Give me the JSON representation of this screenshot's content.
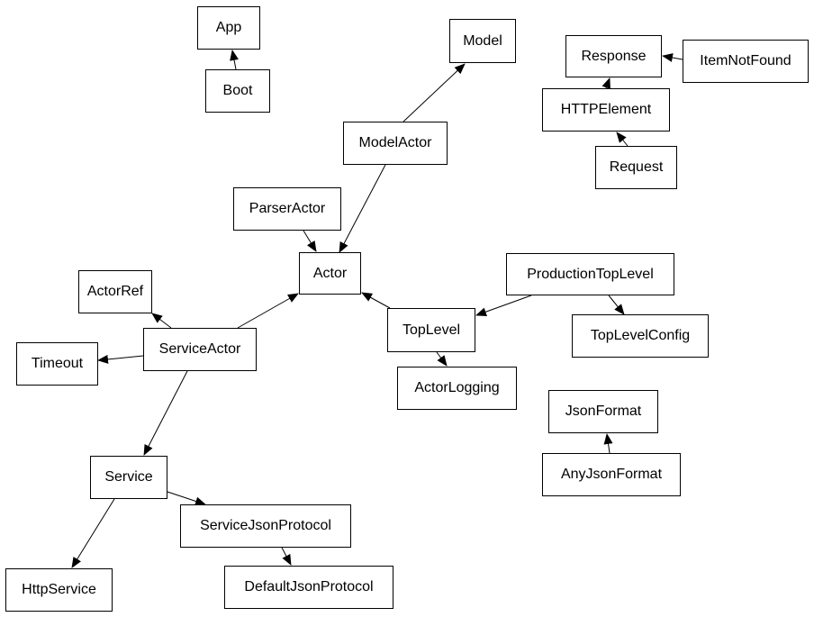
{
  "diagram": {
    "nodes": {
      "app": "App",
      "boot": "Boot",
      "model": "Model",
      "response": "Response",
      "itemnotfound": "ItemNotFound",
      "httpelement": "HTTPElement",
      "request": "Request",
      "modelactor": "ModelActor",
      "parseractor": "ParserActor",
      "actor": "Actor",
      "productiontoplevel": "ProductionTopLevel",
      "actorref": "ActorRef",
      "toplevel": "TopLevel",
      "toplevelconfig": "TopLevelConfig",
      "serviceactor": "ServiceActor",
      "timeout": "Timeout",
      "actorlogging": "ActorLogging",
      "jsonformat": "JsonFormat",
      "anyjsonformat": "AnyJsonFormat",
      "service": "Service",
      "servicejsonprotocol": "ServiceJsonProtocol",
      "httpservice": "HttpService",
      "defaultjsonprotocol": "DefaultJsonProtocol"
    },
    "edges": [
      {
        "from": "Boot",
        "to": "App"
      },
      {
        "from": "ModelActor",
        "to": "Model"
      },
      {
        "from": "ItemNotFound",
        "to": "Response"
      },
      {
        "from": "HTTPElement",
        "to": "Response"
      },
      {
        "from": "Request",
        "to": "HTTPElement"
      },
      {
        "from": "ModelActor",
        "to": "Actor"
      },
      {
        "from": "ParserActor",
        "to": "Actor"
      },
      {
        "from": "TopLevel",
        "to": "Actor"
      },
      {
        "from": "ProductionTopLevel",
        "to": "TopLevel"
      },
      {
        "from": "ProductionTopLevel",
        "to": "TopLevelConfig"
      },
      {
        "from": "TopLevel",
        "to": "ActorLogging"
      },
      {
        "from": "ServiceActor",
        "to": "Actor"
      },
      {
        "from": "ServiceActor",
        "to": "ActorRef"
      },
      {
        "from": "ServiceActor",
        "to": "Timeout"
      },
      {
        "from": "ServiceActor",
        "to": "Service"
      },
      {
        "from": "Service",
        "to": "ServiceJsonProtocol"
      },
      {
        "from": "Service",
        "to": "HttpService"
      },
      {
        "from": "ServiceJsonProtocol",
        "to": "DefaultJsonProtocol"
      },
      {
        "from": "AnyJsonFormat",
        "to": "JsonFormat"
      }
    ]
  }
}
